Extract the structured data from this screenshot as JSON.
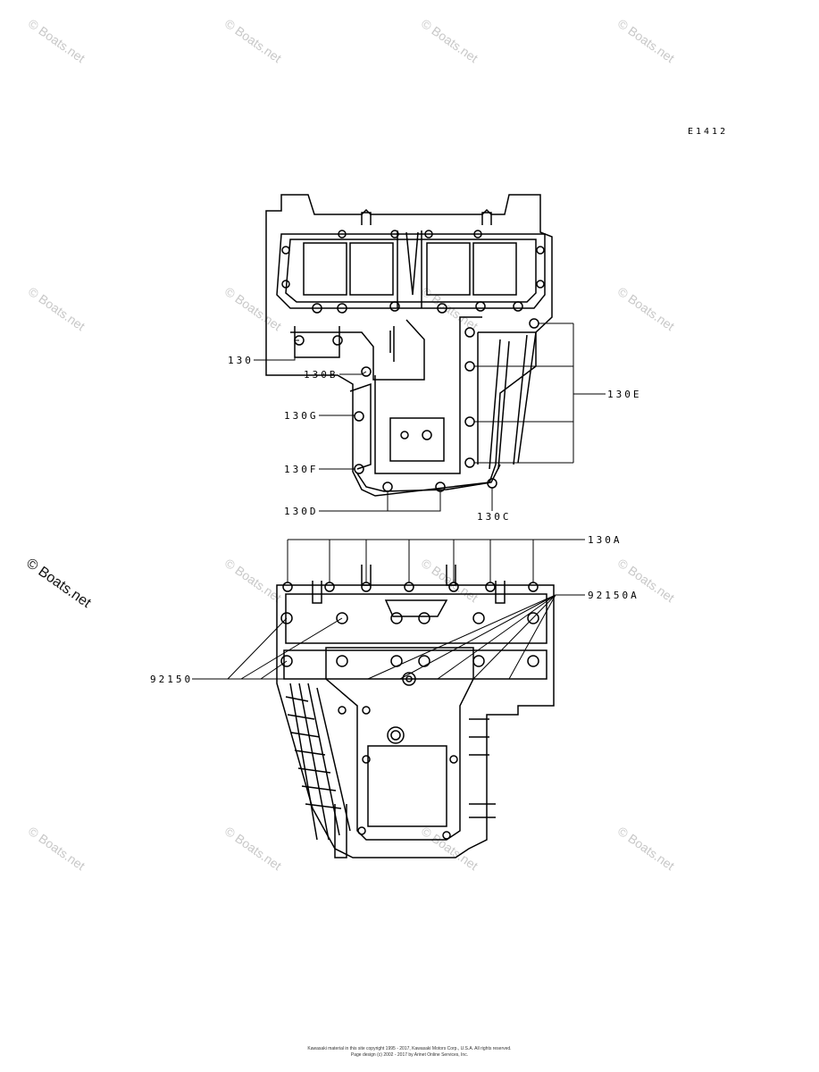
{
  "watermark": "© Boats.net",
  "diagram_code": "E1412",
  "callouts": {
    "c130": "130",
    "c130B": "130B",
    "c130G": "130G",
    "c130F": "130F",
    "c130D": "130D",
    "c130C": "130C",
    "c130E": "130E",
    "c130A": "130A",
    "c92150A": "92150A",
    "c92150": "92150"
  },
  "footer": {
    "line1": "Kawasaki material in this site copyright 1995 - 2017, Kawasaki Motors Corp., U.S.A. All rights reserved.",
    "line2": "Page design (c) 2002 - 2017 by Arinet Online Services, Inc."
  }
}
